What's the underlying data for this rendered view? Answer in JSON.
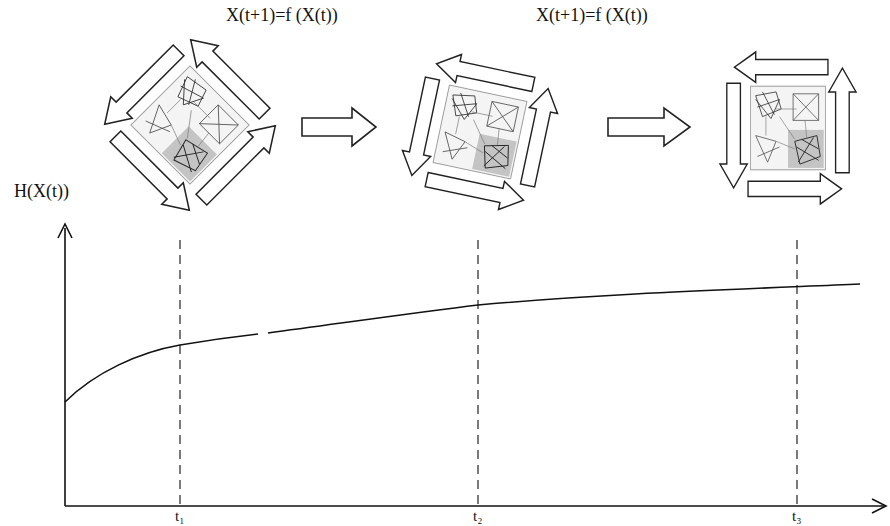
{
  "diagram": {
    "labels": [
      "X(t+1)=f (X(t))",
      "X(t+1)=f (X(t))",
      "H(X(t))",
      "t₁",
      "t₂",
      "t₃"
    ]
  }
}
